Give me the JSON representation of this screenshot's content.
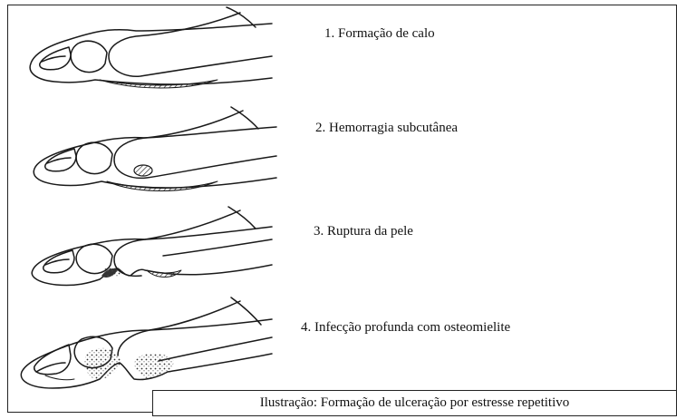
{
  "steps": [
    {
      "label": "1. Formação de calo"
    },
    {
      "label": "2. Hemorragia subcutânea"
    },
    {
      "label": "3. Ruptura da pele"
    },
    {
      "label": "4. Infecção profunda com osteomielite"
    }
  ],
  "caption": "Ilustração: Formação de ulceração por estresse repetitivo"
}
